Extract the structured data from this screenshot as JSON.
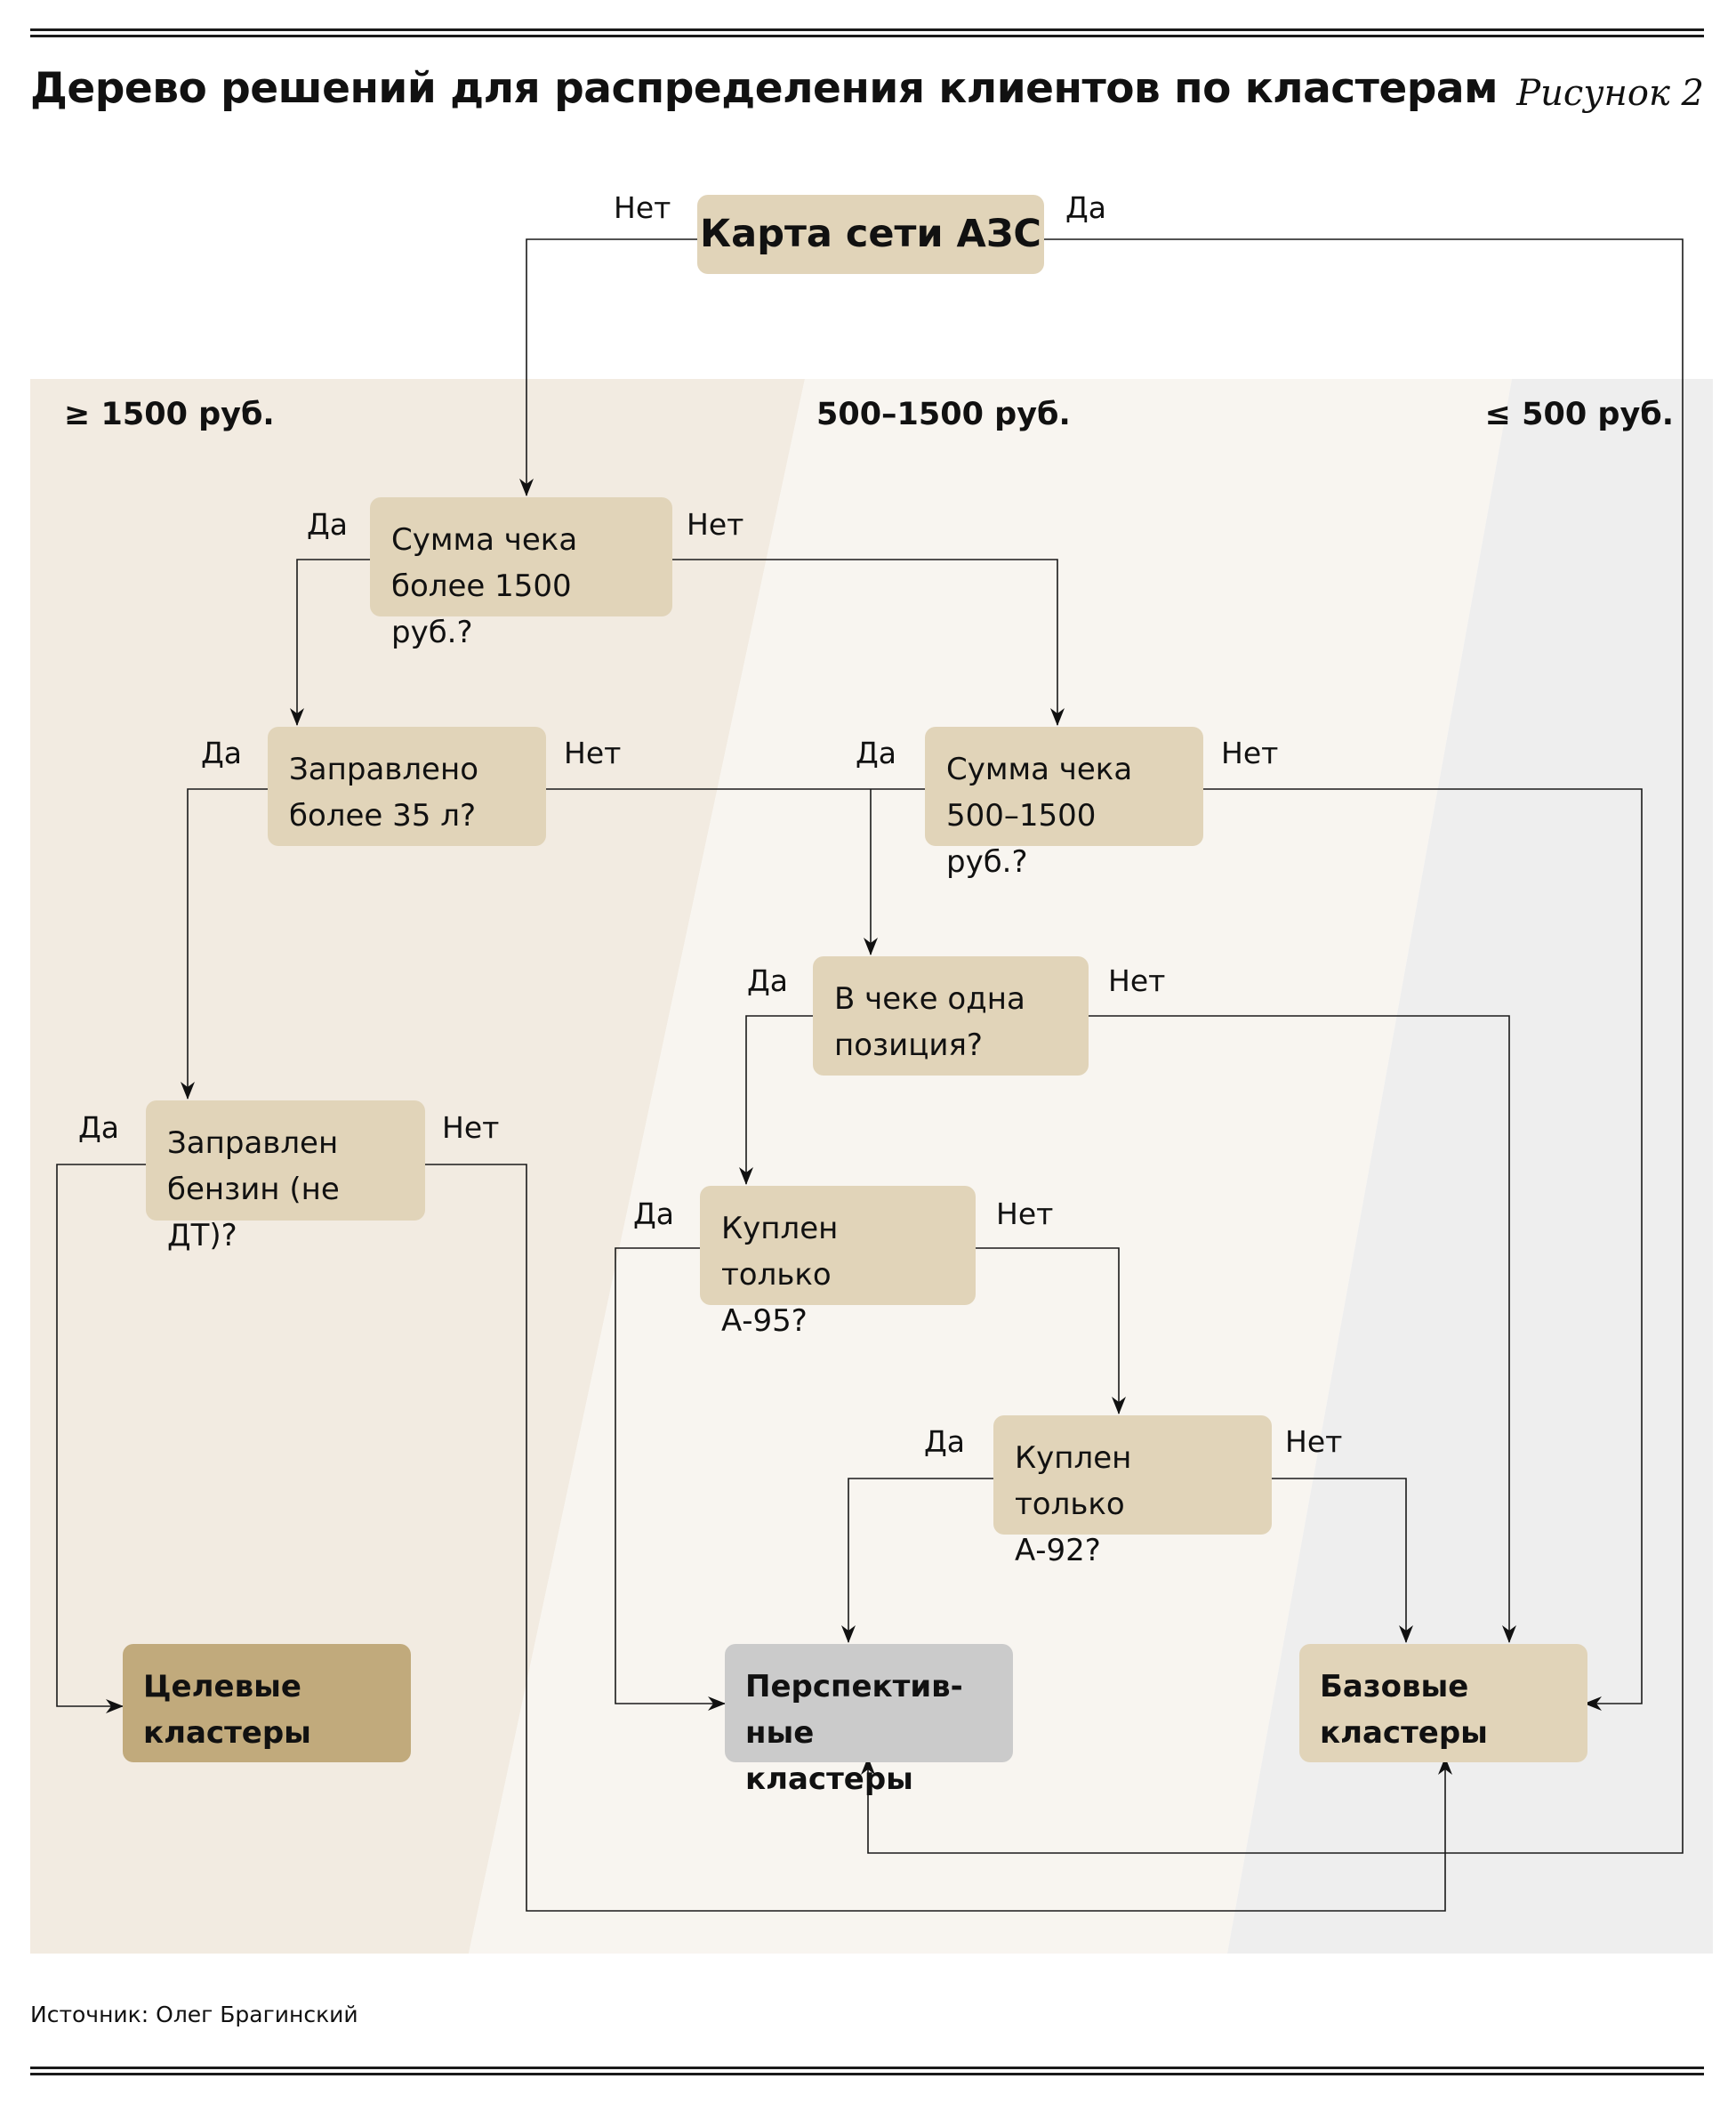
{
  "header": {
    "title": "Дерево решений для распределения клиентов по кластерам",
    "figure_label": "Рисунок 2"
  },
  "bands": [
    {
      "label": "≥ 1500 руб.",
      "color": "#f2ebe1"
    },
    {
      "label": "500–1500 руб.",
      "color": "#f8f5f0"
    },
    {
      "label": "≤ 500 руб.",
      "color": "#eeeeee"
    }
  ],
  "nodes": {
    "root": "Карта сети АЗС",
    "check_over_1500": "Сумма чека\nболее 1500 руб.?",
    "fueled_over_35": "Заправлено\nболее 35 л?",
    "check_500_1500": "Сумма чека\n500–1500 руб.?",
    "single_item": "В чеке одна\nпозиция?",
    "gasoline_not_diesel": "Заправлен\nбензин (не ДТ)?",
    "only_a95": "Куплен только\nА-95?",
    "only_a92": "Куплен только\nА-92?",
    "target_clusters": "Целевые\nкластеры",
    "prospective_clusters": "Перспектив-\nные кластеры",
    "base_clusters": "Базовые\nкластеры"
  },
  "edges": [
    {
      "from": "root",
      "to": "check_over_1500",
      "label": "Нет"
    },
    {
      "from": "root",
      "to": "prospective_clusters",
      "label": "Да"
    },
    {
      "from": "check_over_1500",
      "to": "fueled_over_35",
      "label": "Да"
    },
    {
      "from": "check_over_1500",
      "to": "check_500_1500",
      "label": "Нет"
    },
    {
      "from": "fueled_over_35",
      "to": "gasoline_not_diesel",
      "label": "Да"
    },
    {
      "from": "fueled_over_35",
      "to": "single_item",
      "label": "Нет"
    },
    {
      "from": "check_500_1500",
      "to": "single_item",
      "label": "Да"
    },
    {
      "from": "check_500_1500",
      "to": "base_clusters",
      "label": "Нет"
    },
    {
      "from": "single_item",
      "to": "only_a95",
      "label": "Да"
    },
    {
      "from": "single_item",
      "to": "base_clusters",
      "label": "Нет"
    },
    {
      "from": "gasoline_not_diesel",
      "to": "target_clusters",
      "label": "Да"
    },
    {
      "from": "gasoline_not_diesel",
      "to": "base_clusters",
      "label": "Нет"
    },
    {
      "from": "only_a95",
      "to": "prospective_clusters",
      "label": "Да"
    },
    {
      "from": "only_a95",
      "to": "only_a92",
      "label": "Нет"
    },
    {
      "from": "only_a92",
      "to": "prospective_clusters",
      "label": "Да"
    },
    {
      "from": "only_a92",
      "to": "base_clusters",
      "label": "Нет"
    }
  ],
  "labels": {
    "yes": "Да",
    "no": "Нет"
  },
  "footer": {
    "source": "Источник: Олег Брагинский"
  },
  "colors": {
    "node": "#e1d4b9",
    "target": "#c1aa7c",
    "prospective": "#cbcbcb",
    "line": "#1a1a1a"
  }
}
